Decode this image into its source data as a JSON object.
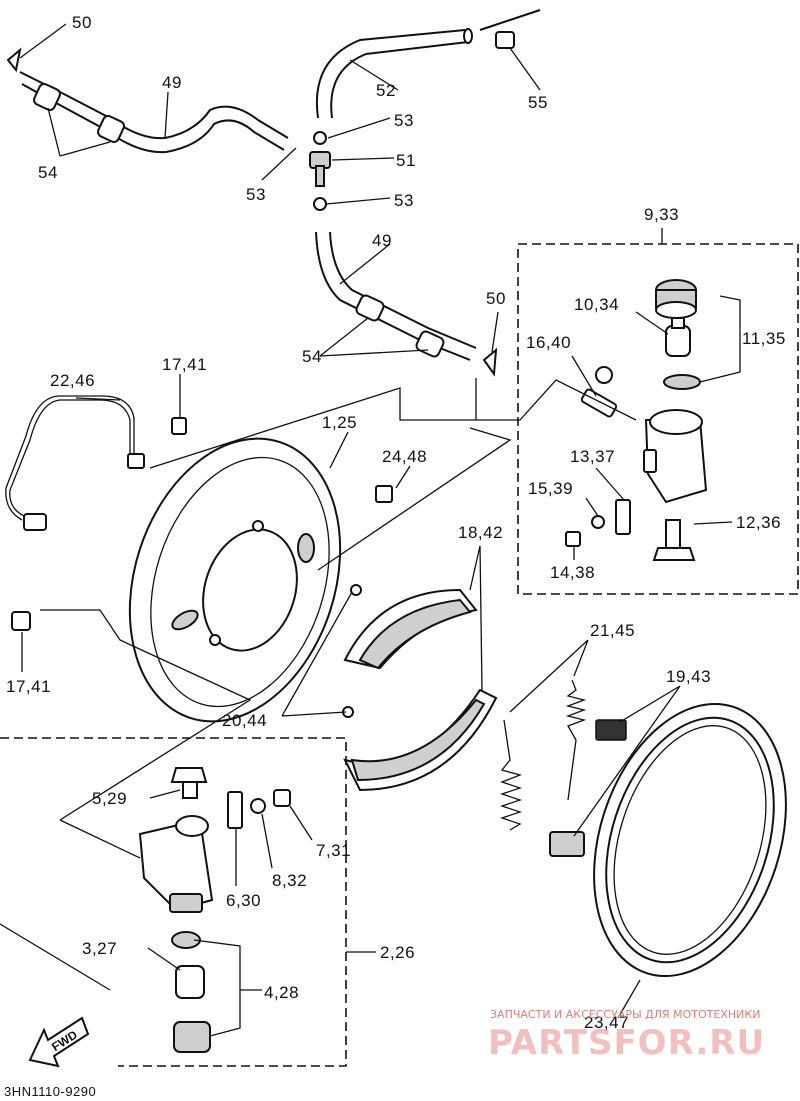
{
  "diagram": {
    "code": "3HN1110-9290",
    "fwd_label": "FWD",
    "watermark_text": "ЗАПЧАСТИ И АКСЕССУАРЫ ДЛЯ МОТОТЕХНИКИ",
    "watermark_logo": "PARTSFOR.RU",
    "callouts": {
      "c50a": "50",
      "c49a": "49",
      "c54a": "54",
      "c53a": "53",
      "c52": "52",
      "c55": "55",
      "c53b": "53",
      "c51": "51",
      "c53c": "53",
      "c49b": "49",
      "c50b": "50",
      "c54b": "54",
      "c933": "9,33",
      "c1034": "10,34",
      "c1135": "11,35",
      "c1640": "16,40",
      "c2246": "22,46",
      "c1741a": "17,41",
      "c125": "1,25",
      "c2448": "24,48",
      "c1337": "13,37",
      "c1539": "15,39",
      "c1236": "12,36",
      "c1438": "14,38",
      "c1842": "18,42",
      "c1741b": "17,41",
      "c2145": "21,45",
      "c1943": "19,43",
      "c2044": "20,44",
      "c529": "5,29",
      "c731": "7,31",
      "c832": "8,32",
      "c630": "6,30",
      "c327": "3,27",
      "c226": "2,26",
      "c428": "4,28",
      "c2347": "23,47"
    }
  }
}
